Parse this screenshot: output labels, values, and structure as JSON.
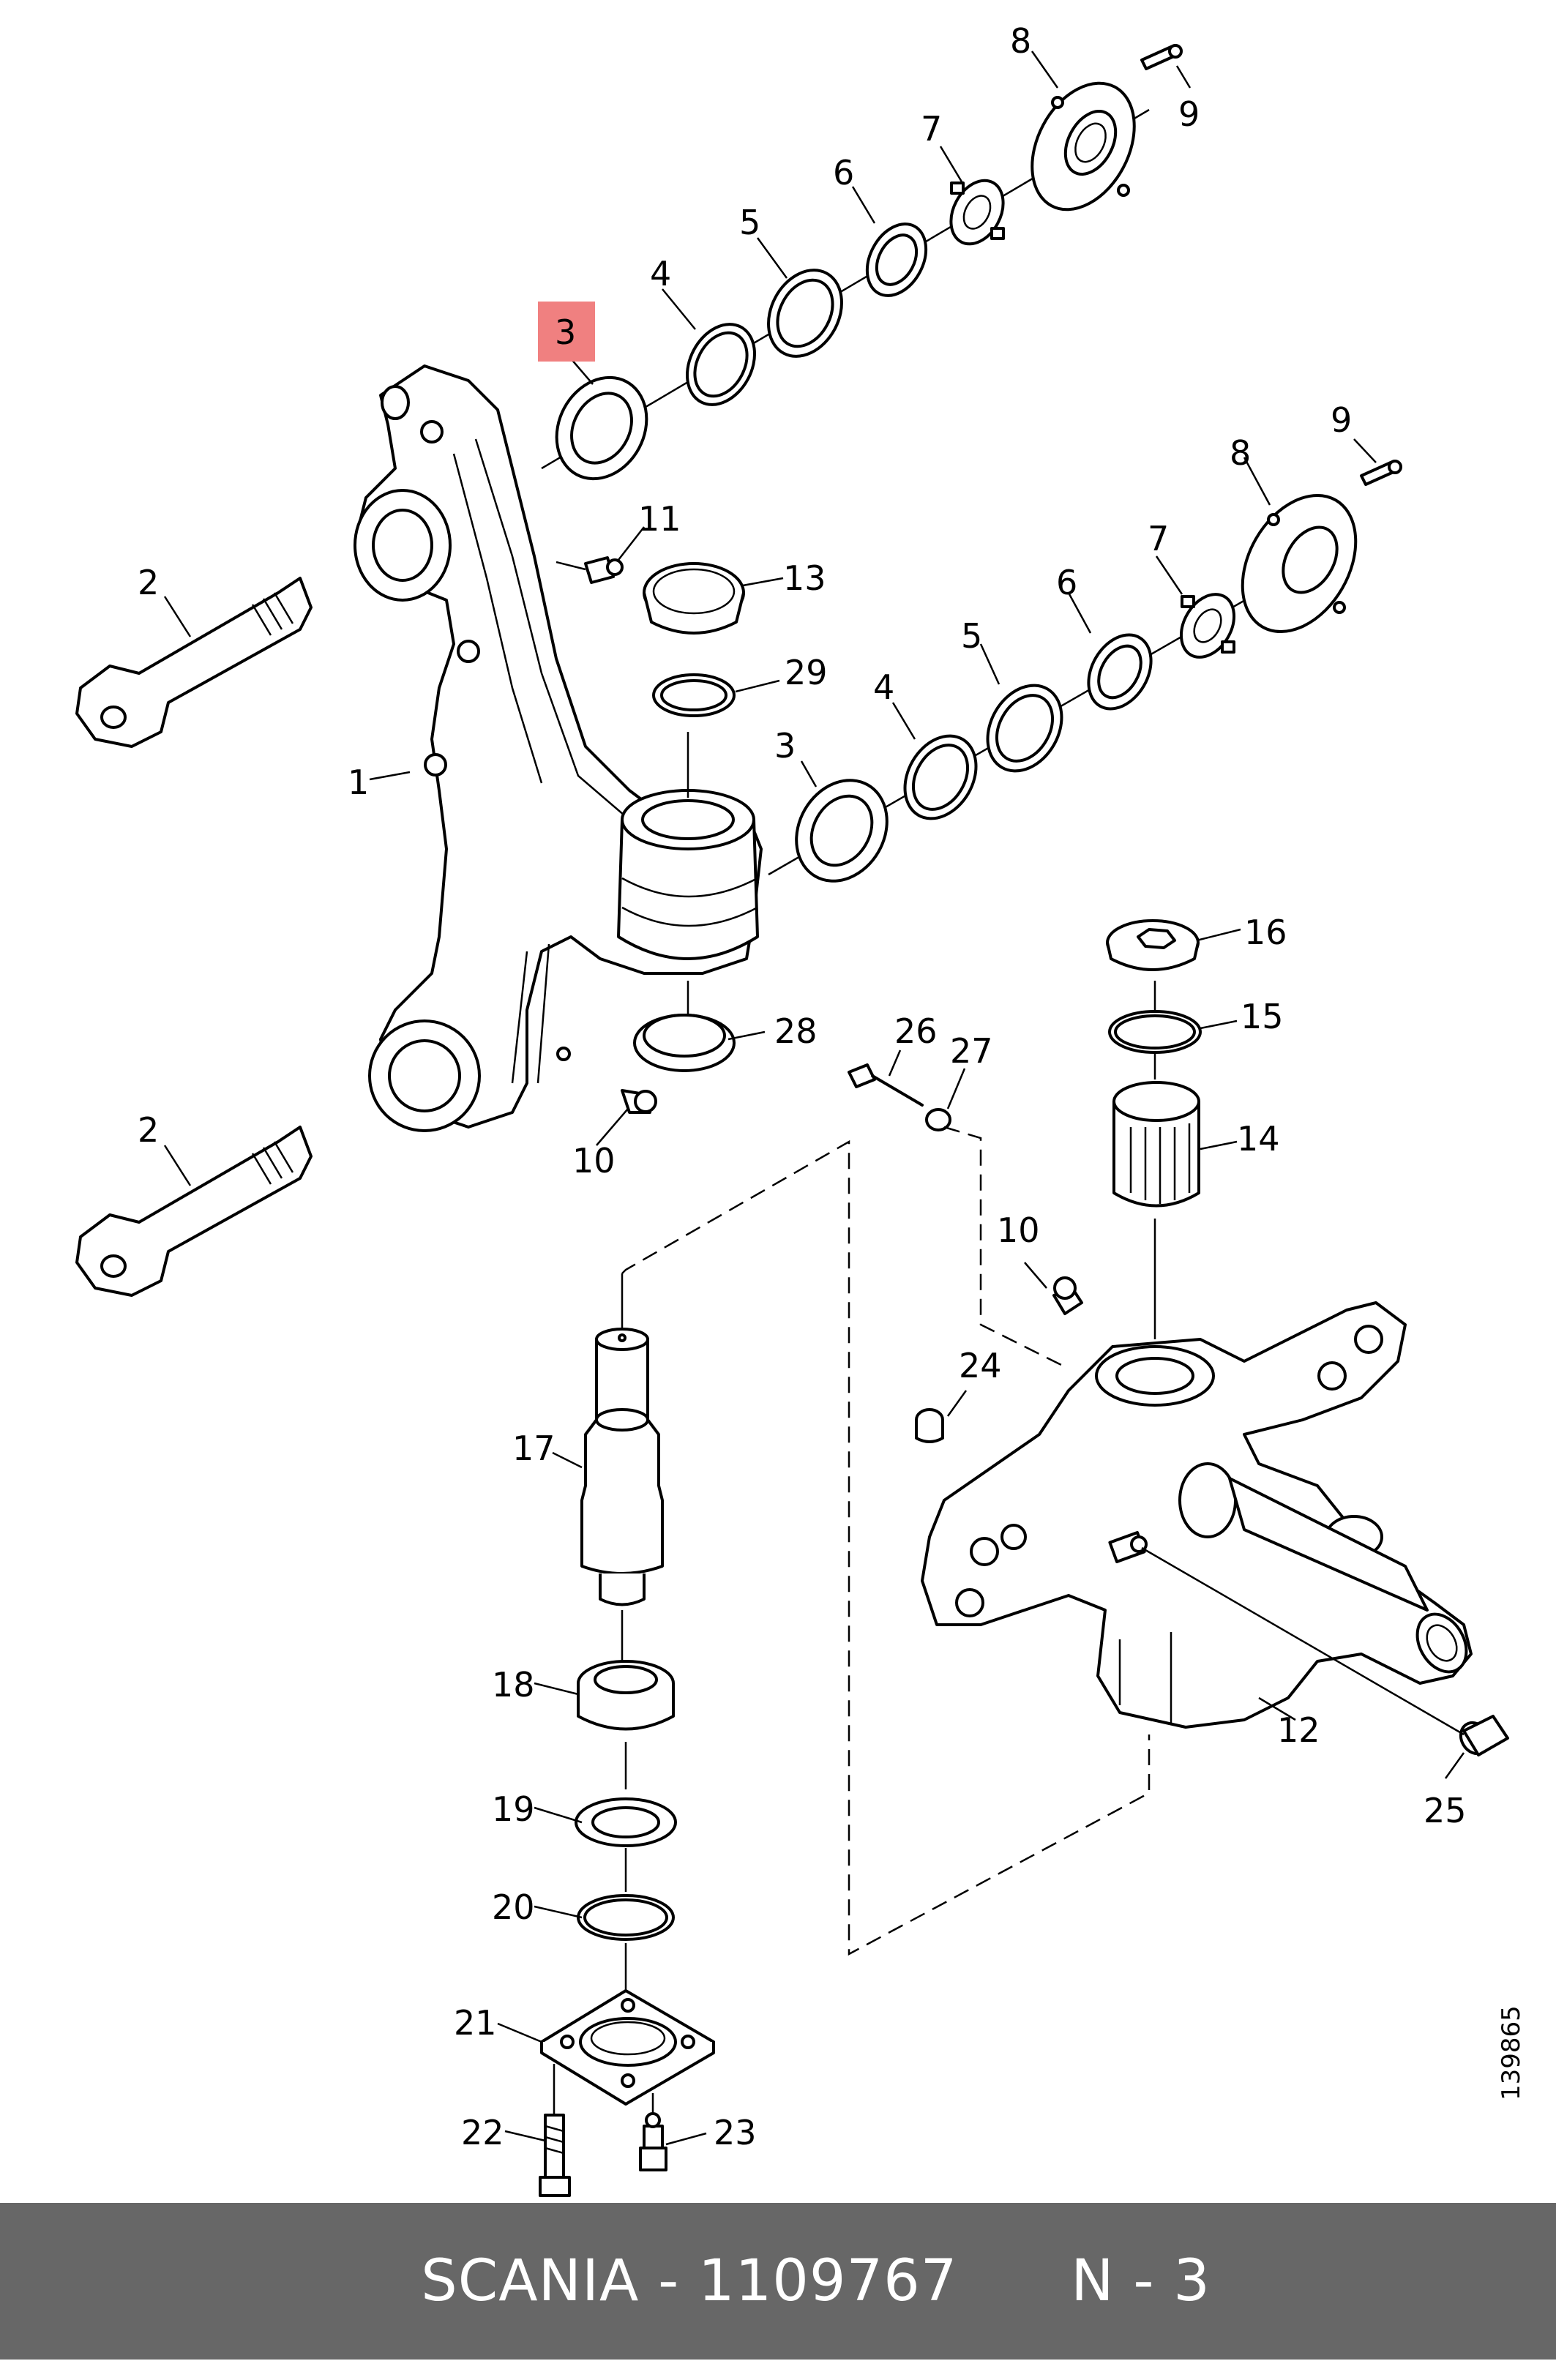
{
  "footer": {
    "brand": "SCANIA",
    "separator": " - ",
    "part_number": "1109767",
    "position_label": "N - 3",
    "background": "#676767"
  },
  "document_number": "139865",
  "highlight": {
    "callout": "3",
    "color": "#f08080"
  },
  "callouts": [
    {
      "id": "c8a",
      "text": "8"
    },
    {
      "id": "c9a",
      "text": "9"
    },
    {
      "id": "c7a",
      "text": "7"
    },
    {
      "id": "c6a",
      "text": "6"
    },
    {
      "id": "c5a",
      "text": "5"
    },
    {
      "id": "c4a",
      "text": "4"
    },
    {
      "id": "c3a",
      "text": "3"
    },
    {
      "id": "c11",
      "text": "11"
    },
    {
      "id": "c13",
      "text": "13"
    },
    {
      "id": "c2a",
      "text": "2"
    },
    {
      "id": "c29",
      "text": "29"
    },
    {
      "id": "c9b",
      "text": "9"
    },
    {
      "id": "c8b",
      "text": "8"
    },
    {
      "id": "c7b",
      "text": "7"
    },
    {
      "id": "c6b",
      "text": "6"
    },
    {
      "id": "c5b",
      "text": "5"
    },
    {
      "id": "c4b",
      "text": "4"
    },
    {
      "id": "c3b",
      "text": "3"
    },
    {
      "id": "c1",
      "text": "1"
    },
    {
      "id": "c16",
      "text": "16"
    },
    {
      "id": "c15",
      "text": "15"
    },
    {
      "id": "c28",
      "text": "28"
    },
    {
      "id": "c26",
      "text": "26"
    },
    {
      "id": "c27",
      "text": "27"
    },
    {
      "id": "c14",
      "text": "14"
    },
    {
      "id": "c2b",
      "text": "2"
    },
    {
      "id": "c10a",
      "text": "10"
    },
    {
      "id": "c10b",
      "text": "10"
    },
    {
      "id": "c24",
      "text": "24"
    },
    {
      "id": "c17",
      "text": "17"
    },
    {
      "id": "c12",
      "text": "12"
    },
    {
      "id": "c18",
      "text": "18"
    },
    {
      "id": "c25",
      "text": "25"
    },
    {
      "id": "c19",
      "text": "19"
    },
    {
      "id": "c20",
      "text": "20"
    },
    {
      "id": "c21",
      "text": "21"
    },
    {
      "id": "c22",
      "text": "22"
    },
    {
      "id": "c23",
      "text": "23"
    }
  ]
}
